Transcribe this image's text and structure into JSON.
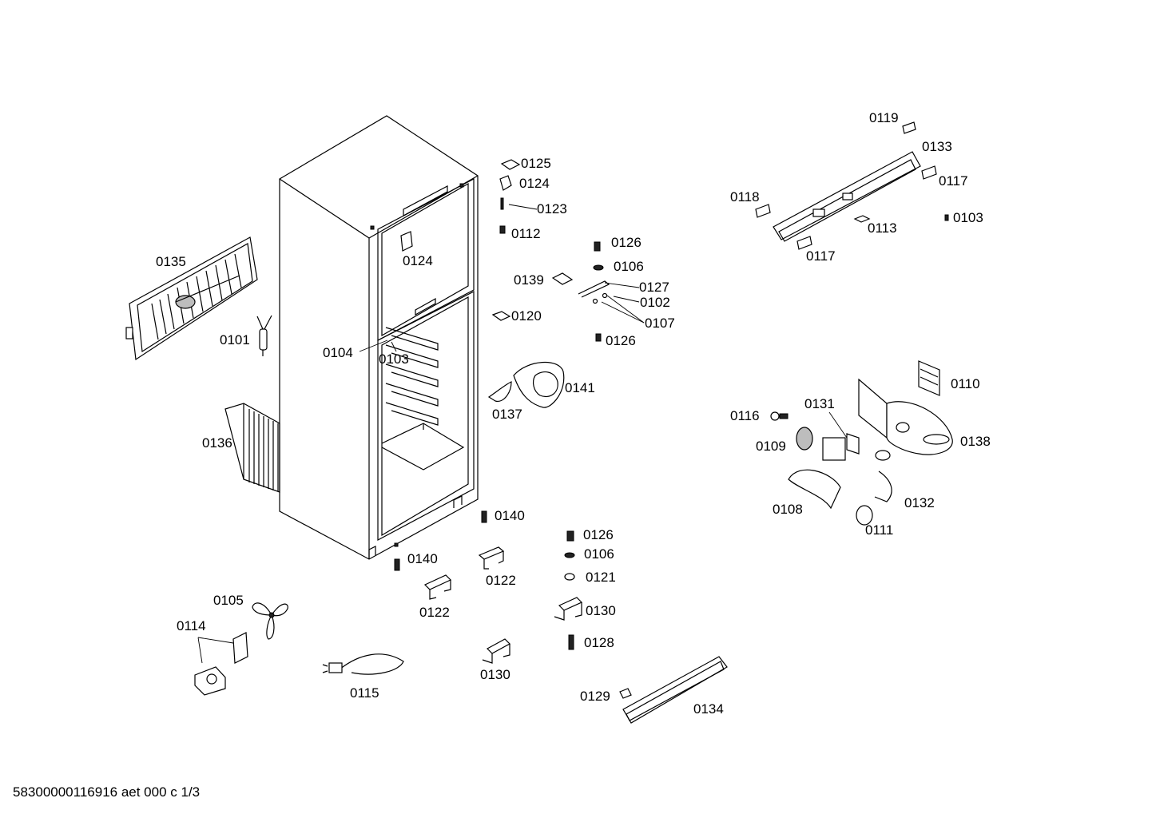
{
  "diagram": {
    "labels": {
      "p0125": "0125",
      "p0124a": "0124",
      "p0123": "0123",
      "p0112": "0112",
      "p0124b": "0124",
      "p0135": "0135",
      "p0101": "0101",
      "p0104": "0104",
      "p0103a": "0103",
      "p0126a": "0126",
      "p0106a": "0106",
      "p0139": "0139",
      "p0127": "0127",
      "p0102": "0102",
      "p0107": "0107",
      "p0120": "0120",
      "p0126b": "0126",
      "p0141": "0141",
      "p0137": "0137",
      "p0136": "0136",
      "p0119": "0119",
      "p0133": "0133",
      "p0117a": "0117",
      "p0118": "0118",
      "p0113": "0113",
      "p0103b": "0103",
      "p0117b": "0117",
      "p0110": "0110",
      "p0116": "0116",
      "p0131": "0131",
      "p0138": "0138",
      "p0109": "0109",
      "p0108": "0108",
      "p0132": "0132",
      "p0111": "0111",
      "p0140a": "0140",
      "p0140b": "0140",
      "p0126c": "0126",
      "p0106b": "0106",
      "p0121": "0121",
      "p0122a": "0122",
      "p0122b": "0122",
      "p0130a": "0130",
      "p0105": "0105",
      "p0114": "0114",
      "p0128": "0128",
      "p0115": "0115",
      "p0130b": "0130",
      "p0129": "0129",
      "p0134": "0134"
    },
    "footer": "58300000116916 aet 000 c 1/3"
  }
}
